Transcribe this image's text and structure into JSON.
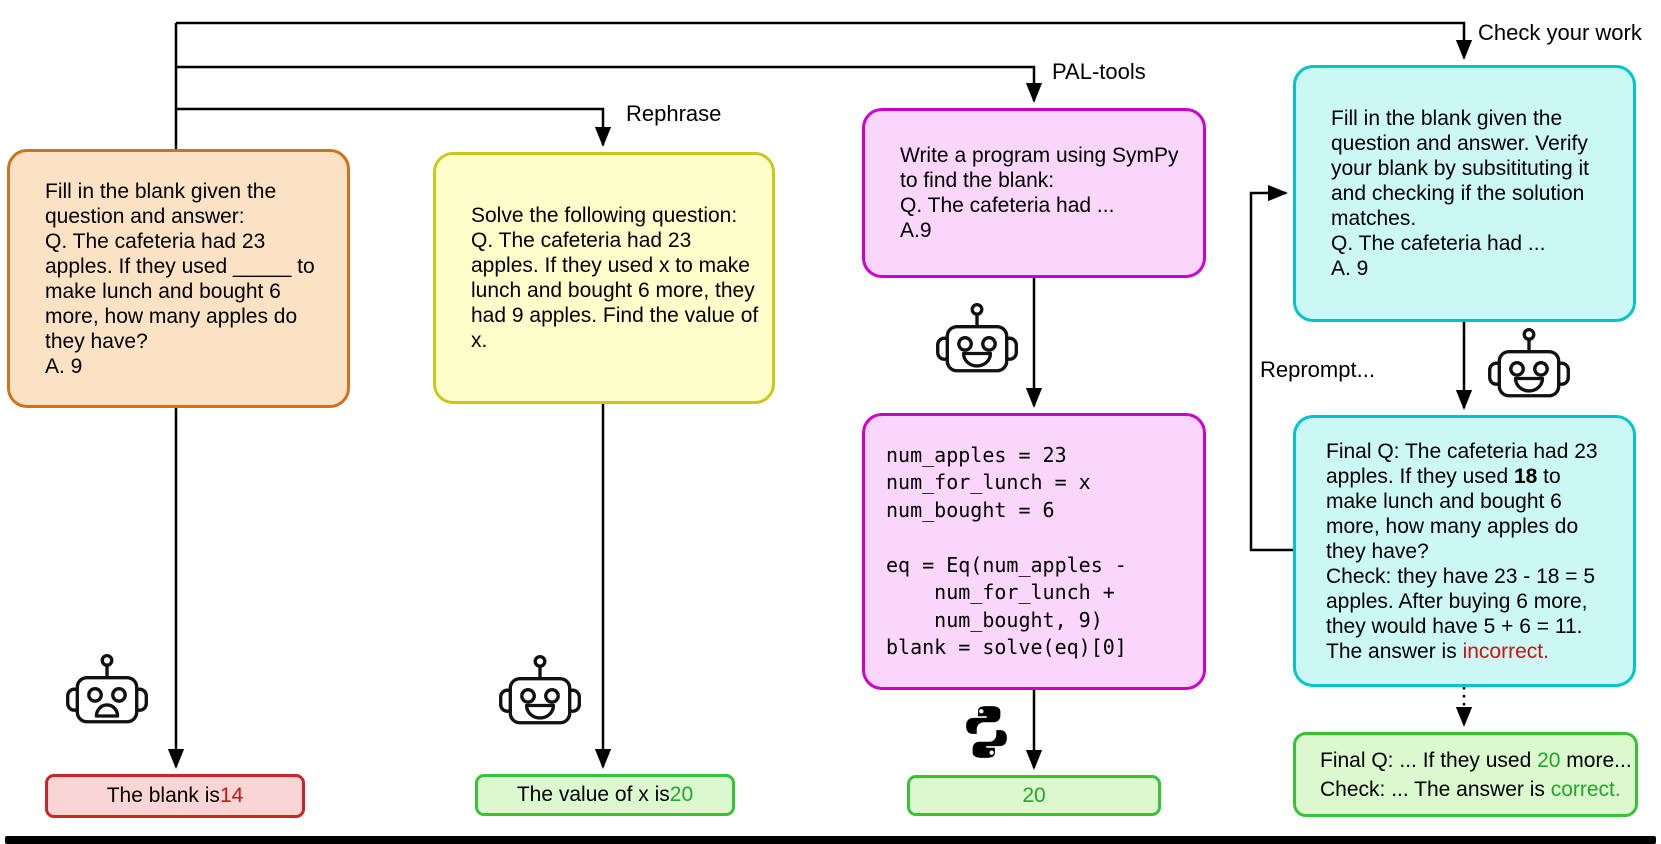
{
  "colors": {
    "orange-fill": "#FCE2C4",
    "orange-stroke": "#D2711C",
    "yellow-fill": "#FEFECB",
    "yellow-stroke": "#C9C91B",
    "magenta-fill": "#FAD7FA",
    "magenta-stroke": "#CC00CC",
    "cyan-fill": "#CBF7F5",
    "cyan-stroke": "#00C5C8",
    "red-fill": "#FAD5D5",
    "red-stroke": "#C62828",
    "red-text": "#CC1111",
    "green-fill": "#DBF8CF",
    "green-stroke": "#36C336",
    "green-text": "#23A528",
    "line": "#000000"
  },
  "labels": {
    "rephrase": "Rephrase",
    "pal_tools": "PAL-tools",
    "check_your_work": "Check your work",
    "reprompt": "Reprompt..."
  },
  "icons": {
    "robot_sad": "robot-sad-icon",
    "robot_happy": "robot-happy-icon",
    "python": "python-logo-icon"
  },
  "columns": {
    "fill_blank": {
      "prompt": "Fill in the blank given the\nquestion and answer:\nQ. The cafeteria had 23\napples. If they used _____ to\nmake lunch and bought 6\nmore, how many apples do\nthey have?\nA. 9",
      "result_prefix": "The blank is ",
      "result_value": "14"
    },
    "rephrase": {
      "prompt": "Solve the following question:\nQ. The cafeteria had 23\napples. If they used x to make\nlunch and bought 6 more, they\nhad 9 apples. Find the value of\nx.",
      "result_prefix": "The value of x is ",
      "result_value": "20"
    },
    "pal": {
      "prompt": "Write a program using SymPy\nto find the blank:\nQ. The cafeteria had ...\nA.9",
      "code": "num_apples = 23\nnum_for_lunch = x\nnum_bought = 6\n\neq = Eq(num_apples -\n    num_for_lunch +\n    num_bought, 9)\nblank = solve(eq)[0]",
      "result_value": "20"
    },
    "check": {
      "prompt": "Fill in the blank given the\nquestion and answer. Verify\nyour blank by subsitituting it\nand checking if the solution\nmatches.\nQ. The cafeteria had ...\nA. 9",
      "final": {
        "seg1": "Final Q: The cafeteria had 23\napples. If they used ",
        "bold_value": "18",
        "seg2": " to\nmake lunch and bought 6\nmore, how many apples do\nthey have?\nCheck: they have 23 - 18 = 5\napples. After buying 6 more,\nthey would have 5 + 6 = 11.\nThe answer is ",
        "verdict": "incorrect."
      },
      "result": {
        "seg1": "Final Q: ... If they used ",
        "value": "20",
        "seg2": " more...\nCheck: ... The answer is ",
        "verdict": "correct."
      }
    }
  }
}
